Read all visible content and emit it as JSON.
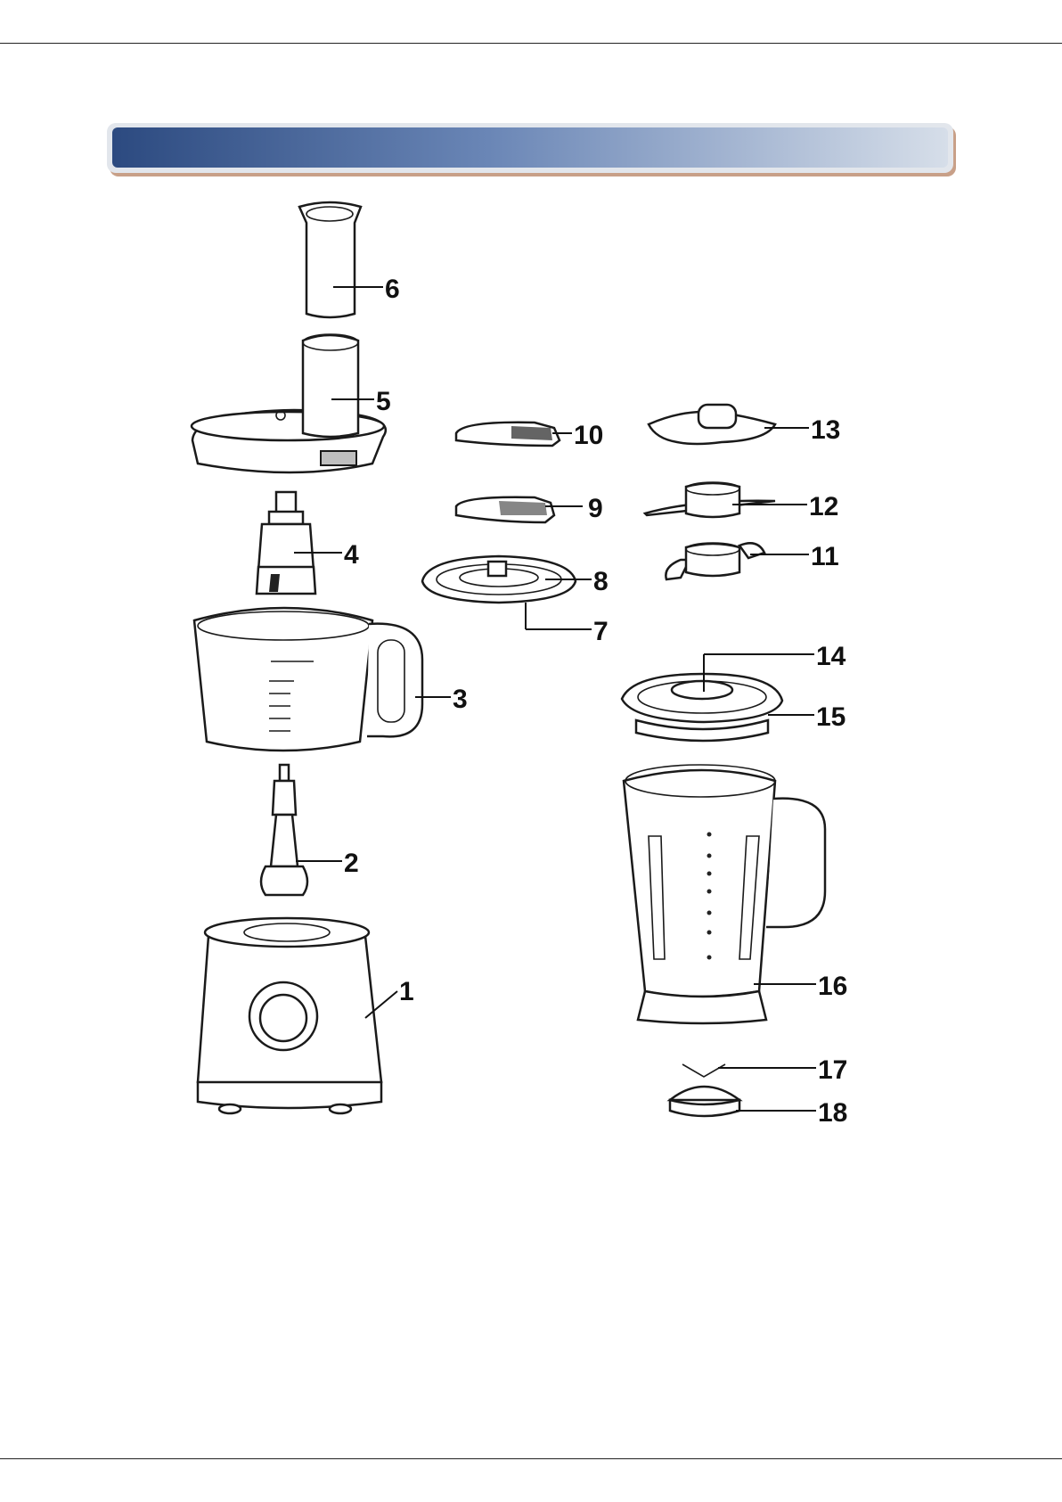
{
  "banner": {
    "title": ""
  },
  "parts": [
    {
      "number": "1"
    },
    {
      "number": "2"
    },
    {
      "number": "3"
    },
    {
      "number": "4"
    },
    {
      "number": "5"
    },
    {
      "number": "6"
    },
    {
      "number": "7"
    },
    {
      "number": "8"
    },
    {
      "number": "9"
    },
    {
      "number": "10"
    },
    {
      "number": "11"
    },
    {
      "number": "12"
    },
    {
      "number": "13"
    },
    {
      "number": "14"
    },
    {
      "number": "15"
    },
    {
      "number": "16"
    },
    {
      "number": "17"
    },
    {
      "number": "18"
    }
  ]
}
